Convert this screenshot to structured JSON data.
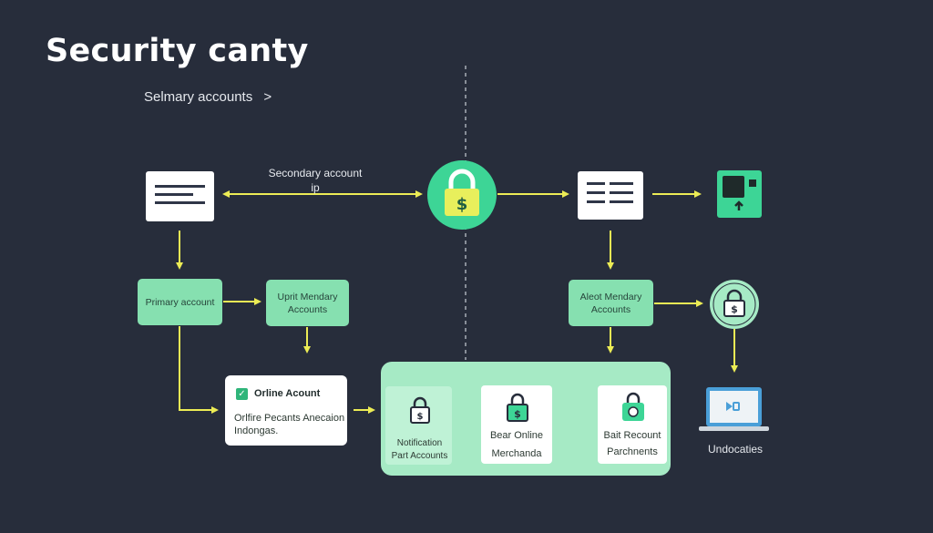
{
  "header": {
    "title": "Security canty",
    "breadcrumb": "Selmary accounts",
    "breadcrumb_chevron": ">"
  },
  "labels": {
    "secondary_account": "Secondary account\nip",
    "primary_account": "Primary account",
    "upit_mendary": "Uprit Mendary\nAccounts",
    "aleot_mendary": "Aleot Mendary\nAccounts",
    "online_account_title": "Orline Acount",
    "online_account_body": "Orlfire Pecants Anecaion\nIndongas.",
    "notification": "Notification\nPart Accounts",
    "bear_online": "Bear Online\nMerchanda",
    "bait_recount": "Bait Recount\nParchnents",
    "laptop": "Undocaties"
  },
  "icons": {
    "lock_center": "lock-dollar-icon",
    "lock_right": "lock-dollar-icon",
    "door": "door-exit-icon",
    "laptop": "laptop-icon",
    "check": "checkbox-icon"
  },
  "colors": {
    "background": "#272d3b",
    "accent_green": "#3dd596",
    "box_green": "#86e0b0",
    "panel_green": "#a6eac5",
    "arrow_yellow": "#ecec55"
  }
}
